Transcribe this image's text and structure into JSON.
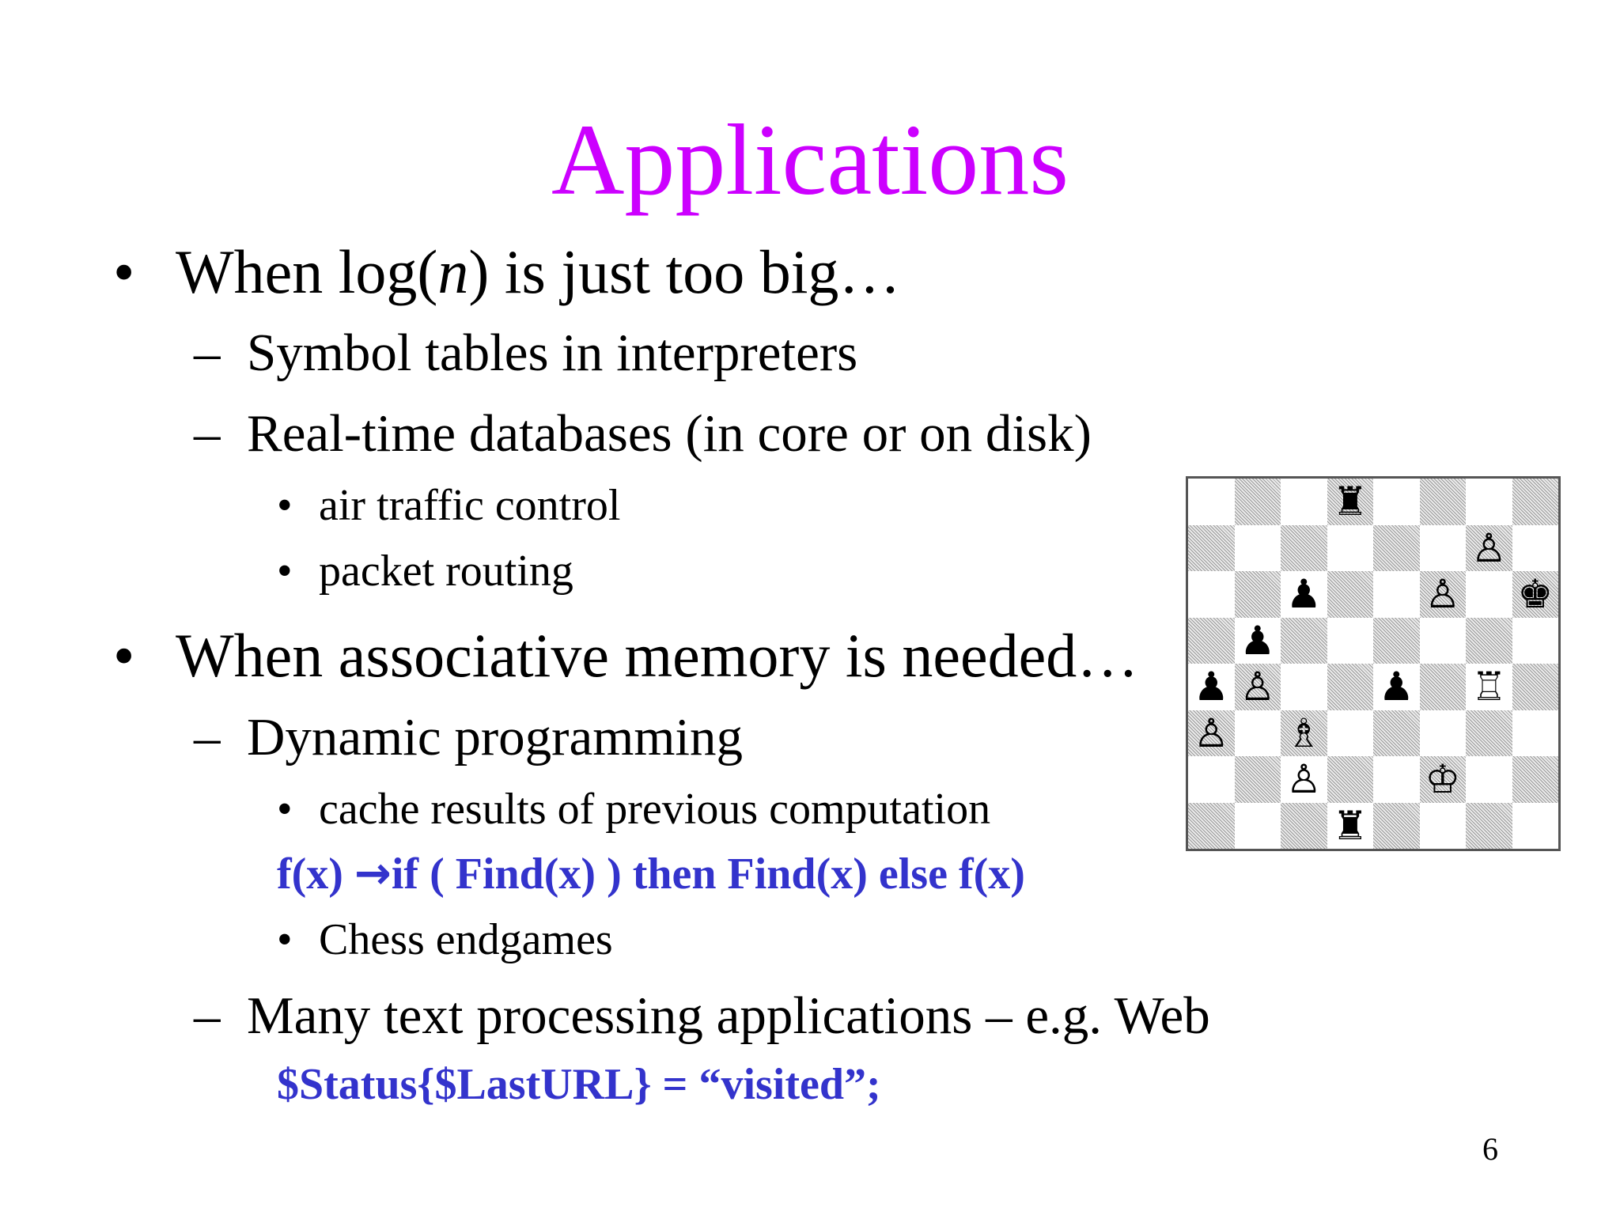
{
  "slide": {
    "title": "Applications",
    "page_number": "6"
  },
  "bullets": {
    "bullet1_prefix": "When log(",
    "bullet1_italic": "n",
    "bullet1_suffix": ") is just too big…",
    "sub1_1": "Symbol tables in interpreters",
    "sub1_2": "Real-time databases (in core or on disk)",
    "sub1_2_1": "air traffic control",
    "sub1_2_2": "packet routing",
    "bullet2": "When associative memory is needed…",
    "sub2_1": "Dynamic programming",
    "sub2_1_1": "cache results of previous computation",
    "code1_left": "f(x) ",
    "code1_arrow": "→",
    "code1_right": "if ( Find(x) ) then Find(x) else f(x)",
    "sub2_1_2": "Chess endgames",
    "sub2_2": "Many text processing applications – e.g. Web",
    "code2": "$Status{$LastURL} = “visited”;"
  },
  "markers": {
    "bullet": "•",
    "dash": "–"
  },
  "colors": {
    "title": "#cc00ff",
    "code": "#3333cc"
  },
  "chess_board": {
    "ranks": [
      [
        "",
        "",
        "",
        "♜",
        "",
        "",
        "",
        ""
      ],
      [
        "",
        "",
        "",
        "",
        "",
        "",
        "♙",
        ""
      ],
      [
        "",
        "",
        "♟",
        "",
        "",
        "♙",
        "",
        "♚"
      ],
      [
        "",
        "♟",
        "",
        "",
        "",
        "",
        "",
        ""
      ],
      [
        "♟",
        "♙",
        "",
        "",
        "♟",
        "",
        "♖",
        ""
      ],
      [
        "♙",
        "",
        "♗",
        "",
        "",
        "",
        "",
        ""
      ],
      [
        "",
        "",
        "♙",
        "",
        "",
        "♔",
        "",
        ""
      ],
      [
        "",
        "",
        "",
        "♜",
        "",
        "",
        "",
        ""
      ]
    ]
  }
}
